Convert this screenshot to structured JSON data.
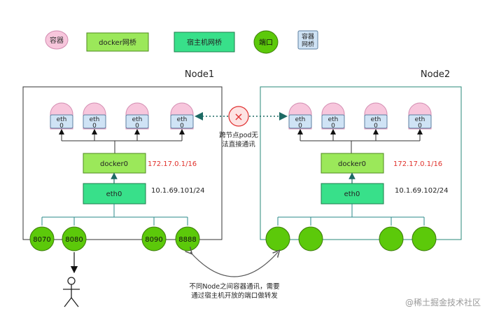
{
  "legend": {
    "container": "容器",
    "docker_bridge": "docker网桥",
    "host_bridge": "宿主机网桥",
    "port": "端口",
    "container_bridge_line1": "容器",
    "container_bridge_line2": "网桥"
  },
  "node1": {
    "title": "Node1",
    "docker0_label": "docker0",
    "docker0_ip": "172.17.0.1/16",
    "eth0_label": "eth0",
    "eth0_ip": "10.1.69.101/24",
    "containers": [
      {
        "eth_label": "eth",
        "eth_num": "0"
      },
      {
        "eth_label": "eth",
        "eth_num": "0"
      },
      {
        "eth_label": "eth",
        "eth_num": "0"
      },
      {
        "eth_label": "eth",
        "eth_num": "0"
      }
    ],
    "ports": [
      "8070",
      "8080",
      "8090",
      "8888"
    ]
  },
  "node2": {
    "title": "Node2",
    "docker0_label": "docker0",
    "docker0_ip": "172.17.0.1/16",
    "eth0_label": "eth0",
    "eth0_ip": "10.1.69.102/24",
    "containers": [
      {
        "eth_label": "eth",
        "eth_num": "0"
      },
      {
        "eth_label": "eth",
        "eth_num": "0"
      },
      {
        "eth_label": "eth",
        "eth_num": "0"
      },
      {
        "eth_label": "eth",
        "eth_num": "0"
      }
    ],
    "ports": [
      "",
      "",
      "",
      ""
    ]
  },
  "cross_node": {
    "blocked_symbol": "×",
    "note_line1": "跨节点pod无",
    "note_line2": "法直接通讯"
  },
  "bottom_note": {
    "line1": "不同Node之间容器通讯，需要",
    "line2": "通过宿主机开放的端口做转发"
  },
  "watermark": "@稀土掘金技术社区",
  "colors": {
    "container_pink": "#f7c6dc",
    "eth_blue": "#cfe3f5",
    "docker_green": "#9be85a",
    "host_green": "#38e08a",
    "port_green": "#5cc90a",
    "ip_red": "#e0302a",
    "blocked_red": "#e03030",
    "node2_border": "#2a8a7a"
  }
}
